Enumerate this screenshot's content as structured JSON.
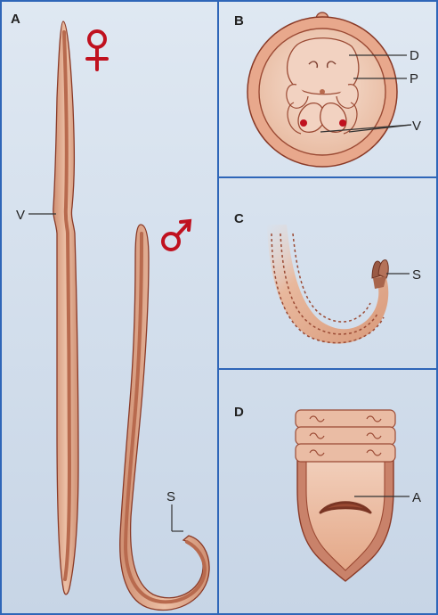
{
  "panels": {
    "a": {
      "letter": "A",
      "female_symbol": "♀",
      "male_symbol": "♂",
      "labels": {
        "vulva": "V",
        "spicule": "S"
      }
    },
    "b": {
      "letter": "B",
      "labels": {
        "dorsal": "D",
        "papillae": "P",
        "ventral": "V"
      }
    },
    "c": {
      "letter": "C",
      "labels": {
        "spicule": "S"
      }
    },
    "d": {
      "letter": "D",
      "labels": {
        "alae": "A"
      }
    }
  },
  "colors": {
    "background": "#dde6f1",
    "border": "#2f66b8",
    "worm_fill": "#e2ab8e",
    "worm_stripe": "#b86a4e",
    "worm_outline": "#8a3a27",
    "symbol": "#c0111f"
  }
}
